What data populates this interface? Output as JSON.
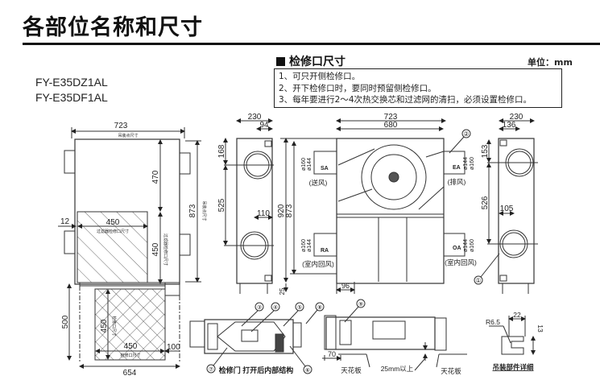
{
  "page": {
    "title": "各部位名称和尺寸",
    "models": [
      "FY-E35DZ1AL",
      "FY-E35DF1AL"
    ]
  },
  "inspection_section": {
    "heading": "检修口尺寸",
    "unit_label": "单位：mm",
    "notes": [
      "1、可只开侧检修口。",
      "2、开下检修口时，要同时预留侧检修口。",
      "3、每年要进行2～4次热交换芯和过滤网的清扫，必须设置检修口。"
    ]
  },
  "top_view": {
    "width_dim": "723",
    "width_note": "吊装点尺寸",
    "dim_470": "470",
    "dim_873": "873",
    "note_873": "吊装点尺寸",
    "dim_12": "12",
    "filter_width": "450",
    "filter_width_note": "过滤器检修口尺寸",
    "filter_height": "450",
    "filter_height_note": "过滤器检修口尺寸",
    "bottom_height": "500",
    "bottom_opening_h": "450",
    "bottom_opening_h_note": "检修口尺寸",
    "bottom_opening_w": "450",
    "bottom_opening_w_note": "检修口尺寸",
    "dim_100": "100",
    "bottom_width": "654"
  },
  "left_side_view": {
    "width": "230",
    "offset_top": "94",
    "dim_168": "168",
    "dim_525": "525",
    "offset_bottom": "110"
  },
  "front_view": {
    "dim_920": "920",
    "dim_873": "873",
    "dim_25": "25",
    "outer_width": "723",
    "inner_width": "680",
    "dim_96": "96",
    "port_sa": {
      "d_outer": "ø160",
      "d_inner": "ø144",
      "code": "SA",
      "label": "(送风)"
    },
    "port_ra": {
      "d_outer": "ø160",
      "d_inner": "ø144",
      "code": "RA",
      "label": "(室内回风)"
    },
    "port_ea": {
      "d_outer": "ø160",
      "d_inner": "ø144",
      "code": "EA",
      "label": "(排风)"
    },
    "port_oa": {
      "d_outer": "ø160",
      "d_inner": "ø144",
      "code": "OA",
      "label": "(室内回风)"
    },
    "callout_2": "②",
    "callout_1": "①"
  },
  "right_side_view": {
    "width": "230",
    "offset_top": "136",
    "dim_153": "153",
    "dim_526": "526",
    "offset_bottom": "105"
  },
  "internal_view": {
    "caption": "检修门 打开后内部结构",
    "callouts": [
      "③",
      "④",
      "⑤",
      "⑥",
      "⑦",
      "⑧"
    ]
  },
  "ceiling_view": {
    "callout_9": "⑨",
    "dim_70": "70",
    "ceiling_left": "天花板",
    "ceiling_right": "天花板",
    "clearance": "25mm以上"
  },
  "hanger_detail": {
    "radius": "R6.5",
    "dim_22": "22",
    "dim_13": "13",
    "caption": "吊装部件详细"
  }
}
